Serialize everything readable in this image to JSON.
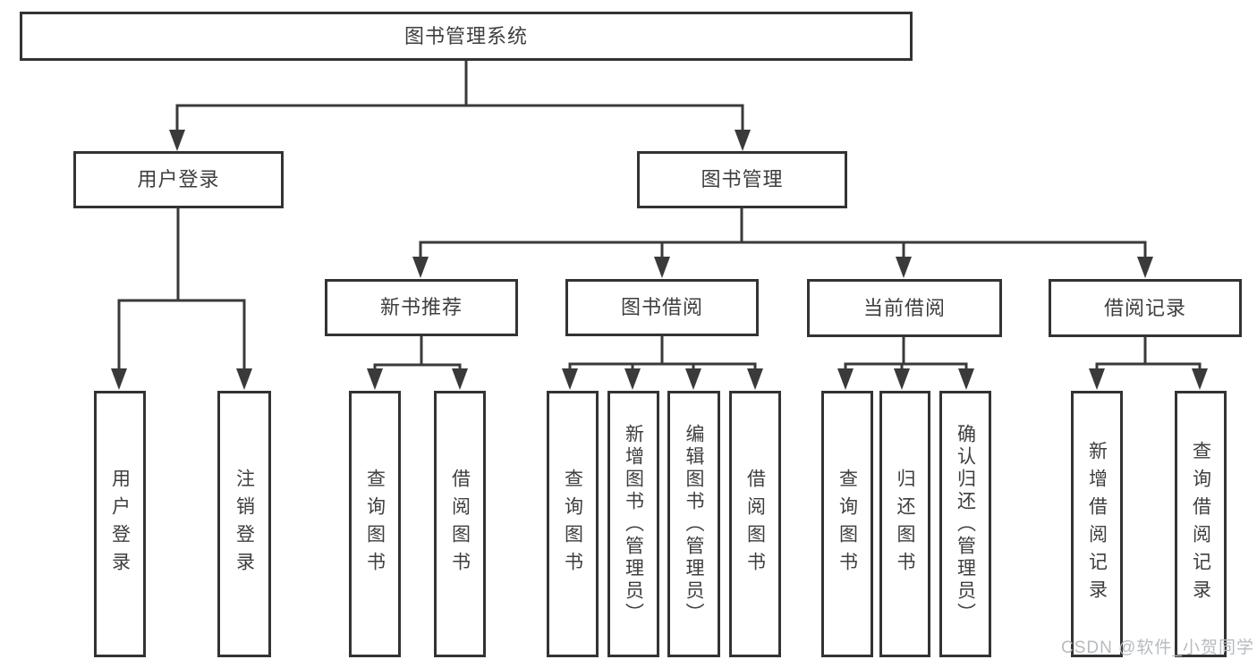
{
  "diagram_title": "图书管理系统",
  "nodes": [
    {
      "id": "root",
      "label": "图书管理系统",
      "parent": null
    },
    {
      "id": "user-login",
      "label": "用户登录",
      "parent": "root"
    },
    {
      "id": "book-mgmt",
      "label": "图书管理",
      "parent": "root"
    },
    {
      "id": "user-login-leaf",
      "label": "用户登录",
      "parent": "user-login"
    },
    {
      "id": "logout-leaf",
      "label": "注销登录",
      "parent": "user-login"
    },
    {
      "id": "new-book-rec",
      "label": "新书推荐",
      "parent": "book-mgmt"
    },
    {
      "id": "book-borrow",
      "label": "图书借阅",
      "parent": "book-mgmt"
    },
    {
      "id": "current-borrow",
      "label": "当前借阅",
      "parent": "book-mgmt"
    },
    {
      "id": "borrow-records",
      "label": "借阅记录",
      "parent": "book-mgmt"
    },
    {
      "id": "query-books-rec",
      "label": "查询图书",
      "parent": "new-book-rec"
    },
    {
      "id": "borrow-books-rec",
      "label": "借阅图书",
      "parent": "new-book-rec"
    },
    {
      "id": "query-books-borrow",
      "label": "查询图书",
      "parent": "book-borrow"
    },
    {
      "id": "add-books-admin",
      "label": "新增图书（管理员）",
      "parent": "book-borrow"
    },
    {
      "id": "edit-books-admin",
      "label": "编辑图书（管理员）",
      "parent": "book-borrow"
    },
    {
      "id": "borrow-books-borrow",
      "label": "借阅图书",
      "parent": "book-borrow"
    },
    {
      "id": "query-books-current",
      "label": "查询图书",
      "parent": "current-borrow"
    },
    {
      "id": "return-books",
      "label": "归还图书",
      "parent": "current-borrow"
    },
    {
      "id": "confirm-return-admin",
      "label": "确认归还（管理员）",
      "parent": "current-borrow"
    },
    {
      "id": "add-borrow-record",
      "label": "新增借阅记录",
      "parent": "borrow-records"
    },
    {
      "id": "query-borrow-record",
      "label": "查询借阅记录",
      "parent": "borrow-records"
    }
  ],
  "watermark": {
    "text": "CSDN @软件_小贺同学"
  },
  "colors": {
    "line": "#3a3a3a",
    "box_border": "#333333",
    "text": "#3e3e3e",
    "background": "#ffffff",
    "watermark": "#b7bbbf"
  }
}
